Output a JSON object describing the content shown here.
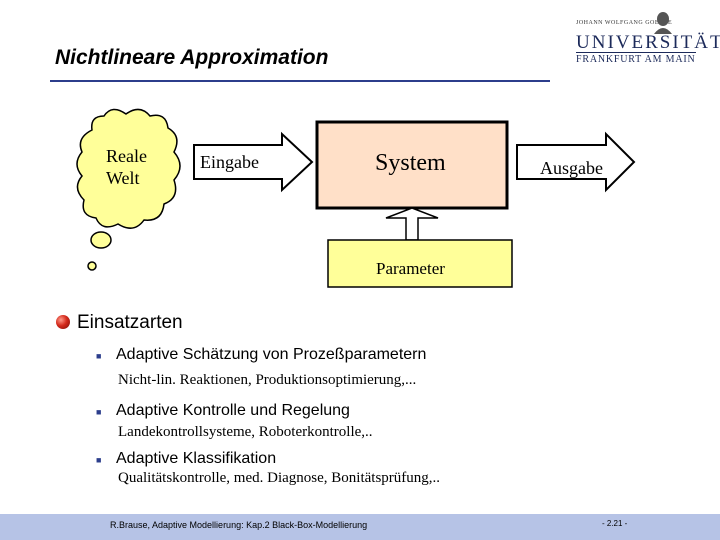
{
  "header": {
    "title": "Nichtlineare Approximation"
  },
  "logo": {
    "top_line": "JOHANN WOLFGANG GOETHE",
    "name": "UNIVERSITÄT",
    "city": "FRANKFURT AM MAIN"
  },
  "diagram": {
    "cloud_label_line1": "Reale",
    "cloud_label_line2": "Welt",
    "input_label": "Eingabe",
    "system_label": "System",
    "output_label": "Ausgabe",
    "parameter_label": "Parameter",
    "colors": {
      "system_fill": "#ffe0c8",
      "cloud_fill": "#ffff99",
      "parameter_fill": "#ffff99"
    }
  },
  "content": {
    "heading": "Einsatzarten",
    "items": [
      {
        "label": "Adaptive Schätzung von Prozeßparametern",
        "detail": "Nicht-lin. Reaktionen, Produktionsoptimierung,..."
      },
      {
        "label": "Adaptive Kontrolle und Regelung",
        "detail": "Landekontrollsysteme, Roboterkontrolle,.."
      },
      {
        "label": "Adaptive Klassifikation",
        "detail": "Qualitätskontrolle, med. Diagnose, Bonitätsprüfung,.."
      }
    ]
  },
  "footer": {
    "text": "R.Brause, Adaptive Modellierung: Kap.2  Black-Box-Modellierung",
    "page": "- 2.21 -"
  }
}
